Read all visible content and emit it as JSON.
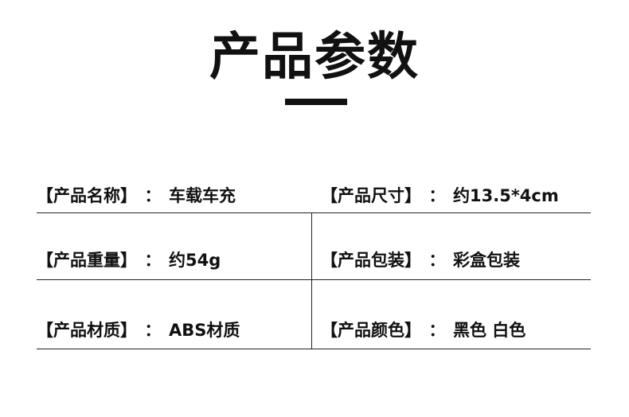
{
  "title": "产品参数",
  "specs": [
    {
      "left": {
        "label": "【产品名称】",
        "sep": "：",
        "value": "车载车充"
      },
      "right": {
        "label": "【产品尺寸】",
        "sep": "：",
        "value": "约13.5*4cm"
      }
    },
    {
      "left": {
        "label": "【产品重量】",
        "sep": "：",
        "value": "约54g"
      },
      "right": {
        "label": "【产品包装】",
        "sep": "：",
        "value": "彩盒包装"
      }
    },
    {
      "left": {
        "label": "【产品材质】",
        "sep": "：",
        "value": "ABS材质"
      },
      "right": {
        "label": "【产品颜色】",
        "sep": "：",
        "value": "黑色 白色"
      }
    }
  ]
}
